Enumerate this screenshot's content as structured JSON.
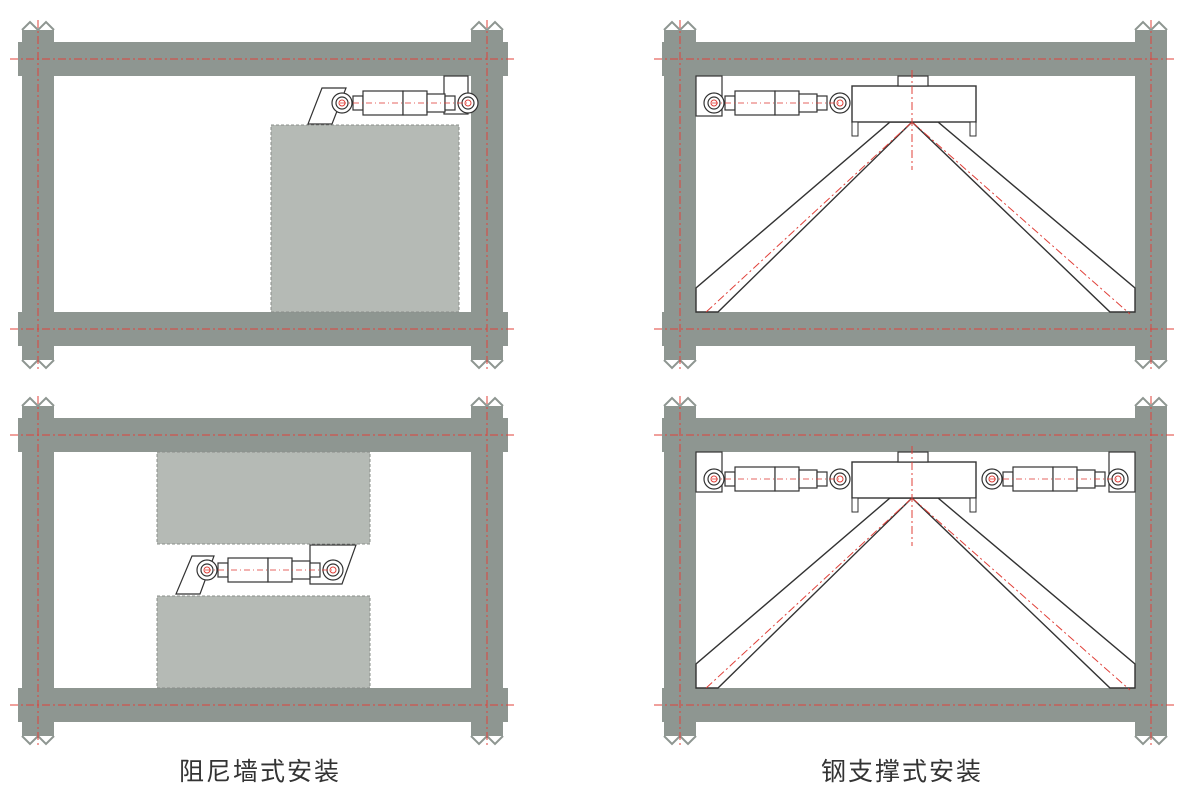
{
  "captions": {
    "left": "阻尼墙式安装",
    "right": "钢支撑式安装"
  },
  "colors": {
    "frame": "#8e9691",
    "wall": "#b5bab5",
    "centerline": "#e0413a",
    "outline": "#333333"
  },
  "panels": [
    {
      "id": "top-left",
      "installation": "damper-wall",
      "dampers": 1
    },
    {
      "id": "bottom-left",
      "installation": "damper-wall",
      "dampers": 1
    },
    {
      "id": "top-right",
      "installation": "steel-brace",
      "dampers": 1
    },
    {
      "id": "bottom-right",
      "installation": "steel-brace",
      "dampers": 2
    }
  ]
}
